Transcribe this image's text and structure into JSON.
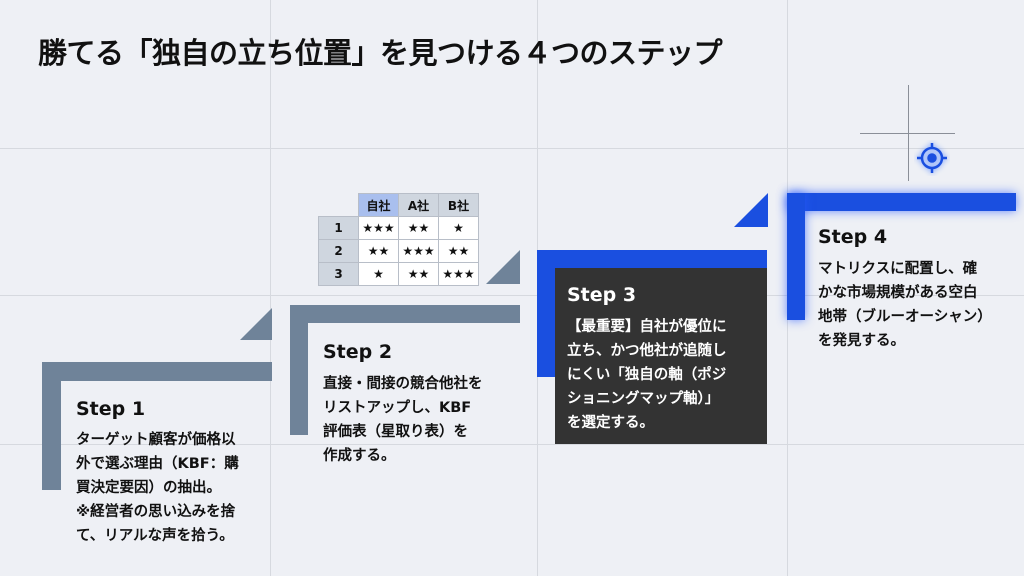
{
  "title": "勝てる「独自の立ち位置」を見つける４つのステップ",
  "colors": {
    "slate": "#6f8399",
    "blue": "#1a4fe0",
    "dark": "#333333"
  },
  "table": {
    "headers": [
      "自社",
      "A社",
      "B社"
    ],
    "rows": [
      {
        "label": "1",
        "cells": [
          "★★★",
          "★★",
          "★"
        ]
      },
      {
        "label": "2",
        "cells": [
          "★★",
          "★★★",
          "★★"
        ]
      },
      {
        "label": "3",
        "cells": [
          "★",
          "★★",
          "★★★"
        ]
      }
    ]
  },
  "steps": [
    {
      "title": "Step 1",
      "body": "ターゲット顧客が価格以\n外で選ぶ理由（KBF：購\n買決定要因）の抽出。\n※経営者の思い込みを捨\nて、リアルな声を拾う。"
    },
    {
      "title": "Step 2",
      "body": "直接・間接の競合他社を\nリストアップし、KBF\n評価表（星取り表）を\n作成する。"
    },
    {
      "title": "Step 3",
      "body": "【最重要】自社が優位に\n立ち、かつ他社が追随し\nにくい「独自の軸（ポジ\nショニングマップ軸）」\nを選定する。"
    },
    {
      "title": "Step 4",
      "body": "マトリクスに配置し、確\nかな市場規模がある空白\n地帯（ブルーオーシャン）\nを発見する。"
    }
  ],
  "icons": {
    "goal": "target-icon"
  }
}
